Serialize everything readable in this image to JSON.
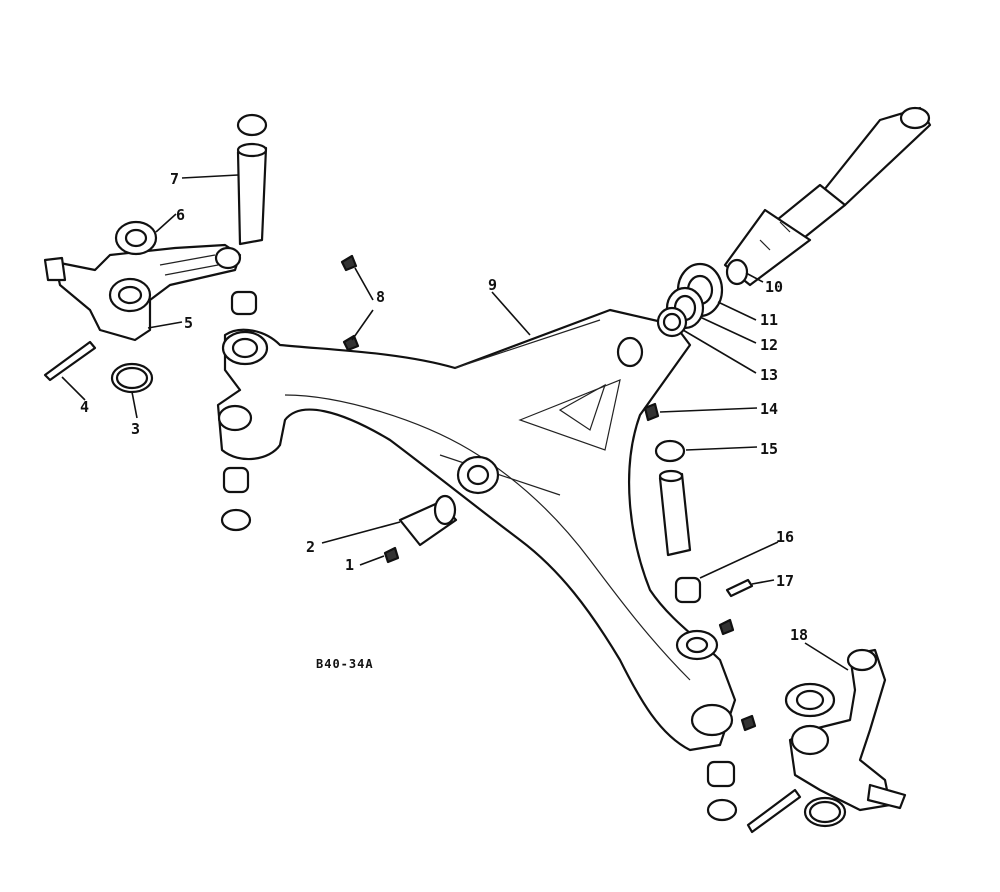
{
  "diagram": {
    "reference_code": "B40-34A",
    "callouts": [
      {
        "id": "c1",
        "label": "1"
      },
      {
        "id": "c2",
        "label": "2"
      },
      {
        "id": "c3",
        "label": "3"
      },
      {
        "id": "c4",
        "label": "4"
      },
      {
        "id": "c5",
        "label": "5"
      },
      {
        "id": "c6",
        "label": "6"
      },
      {
        "id": "c7",
        "label": "7"
      },
      {
        "id": "c8",
        "label": "8"
      },
      {
        "id": "c9",
        "label": "9"
      },
      {
        "id": "c10",
        "label": "10"
      },
      {
        "id": "c11",
        "label": "11"
      },
      {
        "id": "c12",
        "label": "12"
      },
      {
        "id": "c13",
        "label": "13"
      },
      {
        "id": "c14",
        "label": "14"
      },
      {
        "id": "c15",
        "label": "15"
      },
      {
        "id": "c16",
        "label": "16"
      },
      {
        "id": "c17",
        "label": "17"
      },
      {
        "id": "c18",
        "label": "18"
      }
    ]
  }
}
